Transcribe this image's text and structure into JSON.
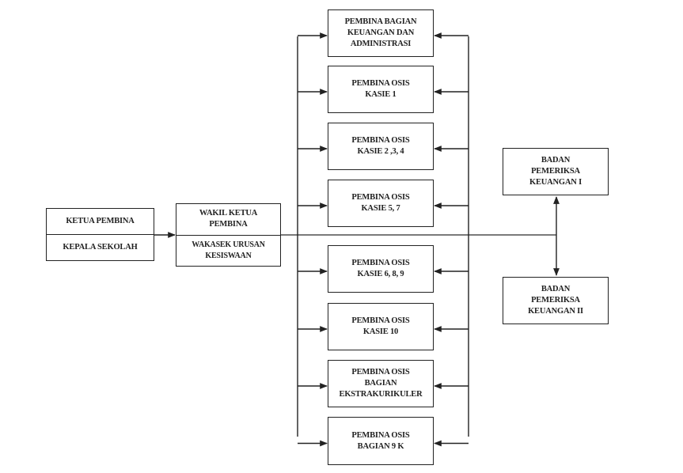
{
  "diagram": {
    "type": "organization-chart",
    "head": {
      "title": "KETUA PEMBINA",
      "subtitle": "KEPALA SEKOLAH"
    },
    "deputy": {
      "title_lines": [
        "WAKIL KETUA",
        "PEMBINA"
      ],
      "subtitle_lines": [
        "WAKASEK URUSAN",
        "KESISWAAN"
      ]
    },
    "units": [
      {
        "lines": [
          "PEMBINA BAGIAN",
          "KEUANGAN DAN",
          "ADMINISTRASI"
        ]
      },
      {
        "lines": [
          "PEMBINA OSIS",
          "KASIE 1"
        ]
      },
      {
        "lines": [
          "PEMBINA OSIS",
          "KASIE 2 ,3, 4"
        ]
      },
      {
        "lines": [
          "PEMBINA OSIS",
          "KASIE 5, 7"
        ]
      },
      {
        "lines": [
          "PEMBINA OSIS",
          "KASIE 6, 8, 9"
        ]
      },
      {
        "lines": [
          "PEMBINA OSIS",
          "KASIE 10"
        ]
      },
      {
        "lines": [
          "PEMBINA OSIS",
          "BAGIAN",
          "EKSTRAKURIKULER"
        ]
      },
      {
        "lines": [
          "PEMBINA OSIS",
          "BAGIAN 9 K"
        ]
      }
    ],
    "auditors": [
      {
        "lines": [
          "BADAN",
          "PEMERIKSA",
          "KEUANGAN I"
        ]
      },
      {
        "lines": [
          "BADAN",
          "PEMERIKSA",
          "KEUANGAN II"
        ]
      }
    ],
    "colors": {
      "line": "#222222",
      "main_line": "#7a7a7a",
      "background": "#ffffff"
    }
  }
}
